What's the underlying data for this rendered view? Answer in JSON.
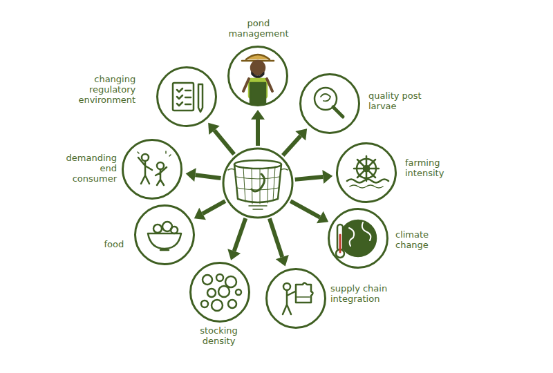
{
  "diagram": {
    "nodes": [
      {
        "text": [
          "pond management"
        ]
      },
      {
        "text": [
          "changing regulatory environment"
        ]
      },
      {
        "text": [
          "quality post larvae"
        ]
      },
      {
        "text": [
          "demanding end consumer"
        ]
      },
      {
        "text": [
          "farming intensity"
        ]
      },
      {
        "text": [
          "food"
        ]
      },
      {
        "text": [
          "climate change"
        ]
      },
      {
        "text": [
          "stocking density"
        ]
      },
      {
        "text": [
          "supply chain integration"
        ]
      }
    ]
  }
}
